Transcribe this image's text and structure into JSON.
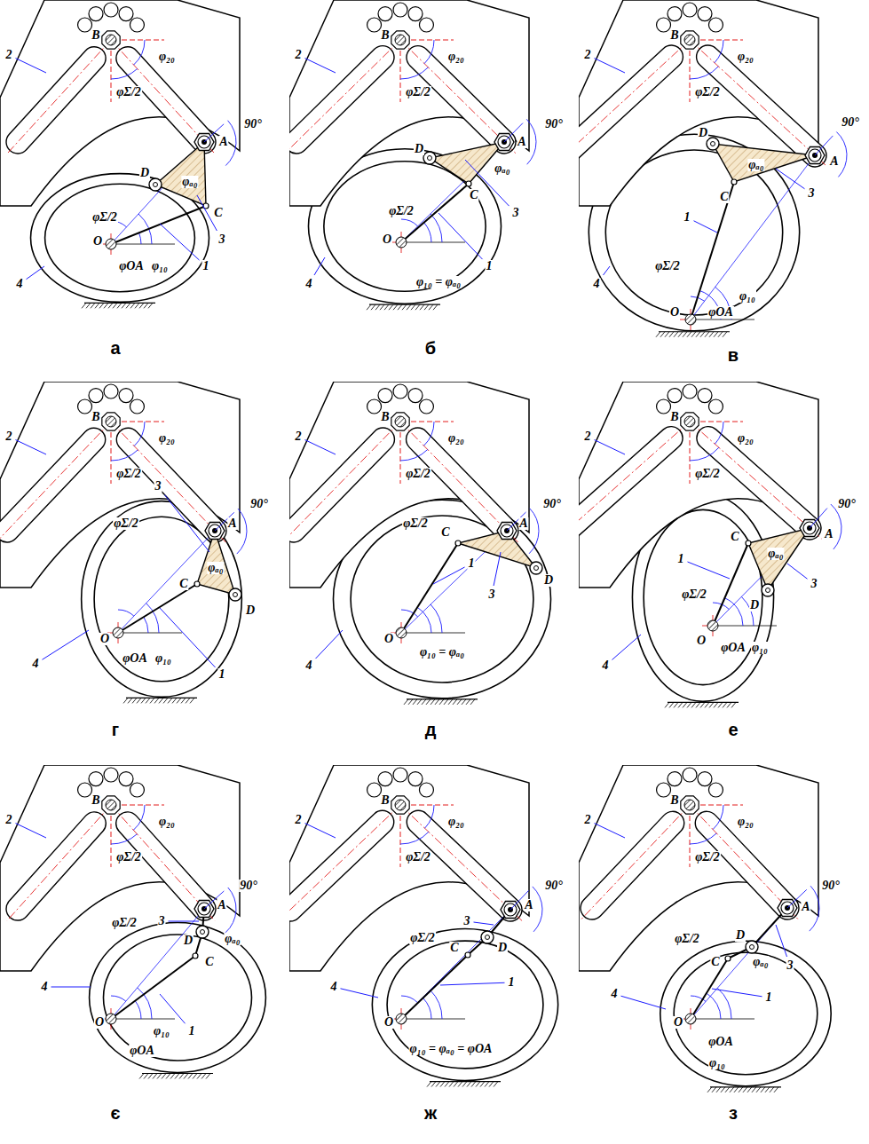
{
  "diagram": {
    "labels": [
      "B",
      "2",
      "φ₂₀",
      "φΣ/2",
      "A",
      "90°",
      "4",
      "D",
      "φΣ/2",
      "φₐ₀",
      "C",
      "O",
      "φOA",
      "φ₁₀",
      "3",
      "1",
      "а",
      "B",
      "2",
      "φ₂₀",
      "φΣ/2",
      "A",
      "90°",
      "D",
      "4",
      "φₐ₀",
      "C",
      "φΣ/2",
      "3",
      "O",
      "1",
      "φ₁₀ = φₐ₀",
      "б",
      "B",
      "2",
      "φ₂₀",
      "φΣ/2",
      "A",
      "90°",
      "φₐ₀",
      "D",
      "3",
      "C",
      "1",
      "4",
      "φΣ/2",
      "φ₁₀",
      "φOA",
      "O",
      "в",
      "B",
      "2",
      "φ₂₀",
      "φΣ/2",
      "A",
      "90°",
      "3",
      "C",
      "φΣ/2",
      "4",
      "D",
      "φₐ₀",
      "O",
      "φOA",
      "φ₁₀",
      "1",
      "г",
      "B",
      "2",
      "φ₂₀",
      "φΣ/2",
      "A",
      "90°",
      "C",
      "φΣ/2",
      "4",
      "1",
      "φ₁₀ = φₐ₀",
      "3",
      "D",
      "O",
      "д",
      "B",
      "2",
      "φ₂₀",
      "φΣ/2",
      "A",
      "90°",
      "C",
      "φₐ₀",
      "1",
      "3",
      "φΣ/2",
      "4",
      "D",
      "O",
      "φOA",
      "φ₁₀",
      "е",
      "B",
      "2",
      "φ₂₀",
      "φΣ/2",
      "3",
      "A",
      "90°",
      "φₐ₀",
      "φΣ/2",
      "D",
      "4",
      "φ₁₀",
      "C",
      "O",
      "φOA",
      "1",
      "є",
      "B",
      "2",
      "φ₂₀",
      "φΣ/2",
      "3",
      "A",
      "90°",
      "C",
      "D",
      "φΣ/2",
      "4",
      "1",
      "O",
      "φ₁₀ = φₐ₀ = φOA",
      "ж",
      "B",
      "2",
      "φ₂₀",
      "φΣ/2",
      "A",
      "90°",
      "D",
      "φₐ₀",
      "C",
      "φΣ/2",
      "3",
      "1",
      "4",
      "O",
      "φOA",
      "φ₁₀",
      "з"
    ]
  }
}
